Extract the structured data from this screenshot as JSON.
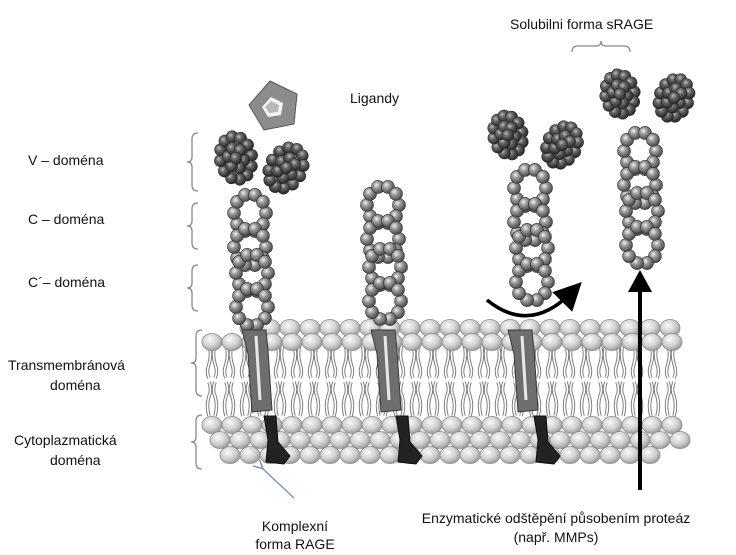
{
  "labels": {
    "v_domain": "V – doména",
    "c_domain": "C – doména",
    "c2_domain": "C´– doména",
    "transmembrane_line1": "Transmembránová",
    "transmembrane_line2": "doména",
    "cytoplasmic_line1": "Cytoplazmatická",
    "cytoplasmic_line2": "doména",
    "ligands": "Ligandy",
    "soluble_form": "Solubilni forma sRAGE",
    "complex_line1": "Komplexní",
    "complex_line2": "forma RAGE",
    "cleavage_line1": "Enzymatické odštěpění působením proteáz",
    "cleavage_line2": "(např. MMPs)"
  },
  "colors": {
    "v_domain_bead": "#4a4a4a",
    "c_domain_bead": "#8a8a8a",
    "lipid_head": "#d2d2d2",
    "tm_segment": "#6e6e6e",
    "cyto_tail": "#222222",
    "ligand_outer": "#8c8c8c",
    "ligand_inner": "#c8c8c8",
    "arrow": "#000000",
    "pointer_line": "#6d90b8"
  },
  "icons": {
    "ligand": "pentagon-ligand-icon",
    "membrane": "lipid-bilayer",
    "curved_arrow": "curved-arrow-icon",
    "straight_arrow": "up-arrow-icon"
  }
}
